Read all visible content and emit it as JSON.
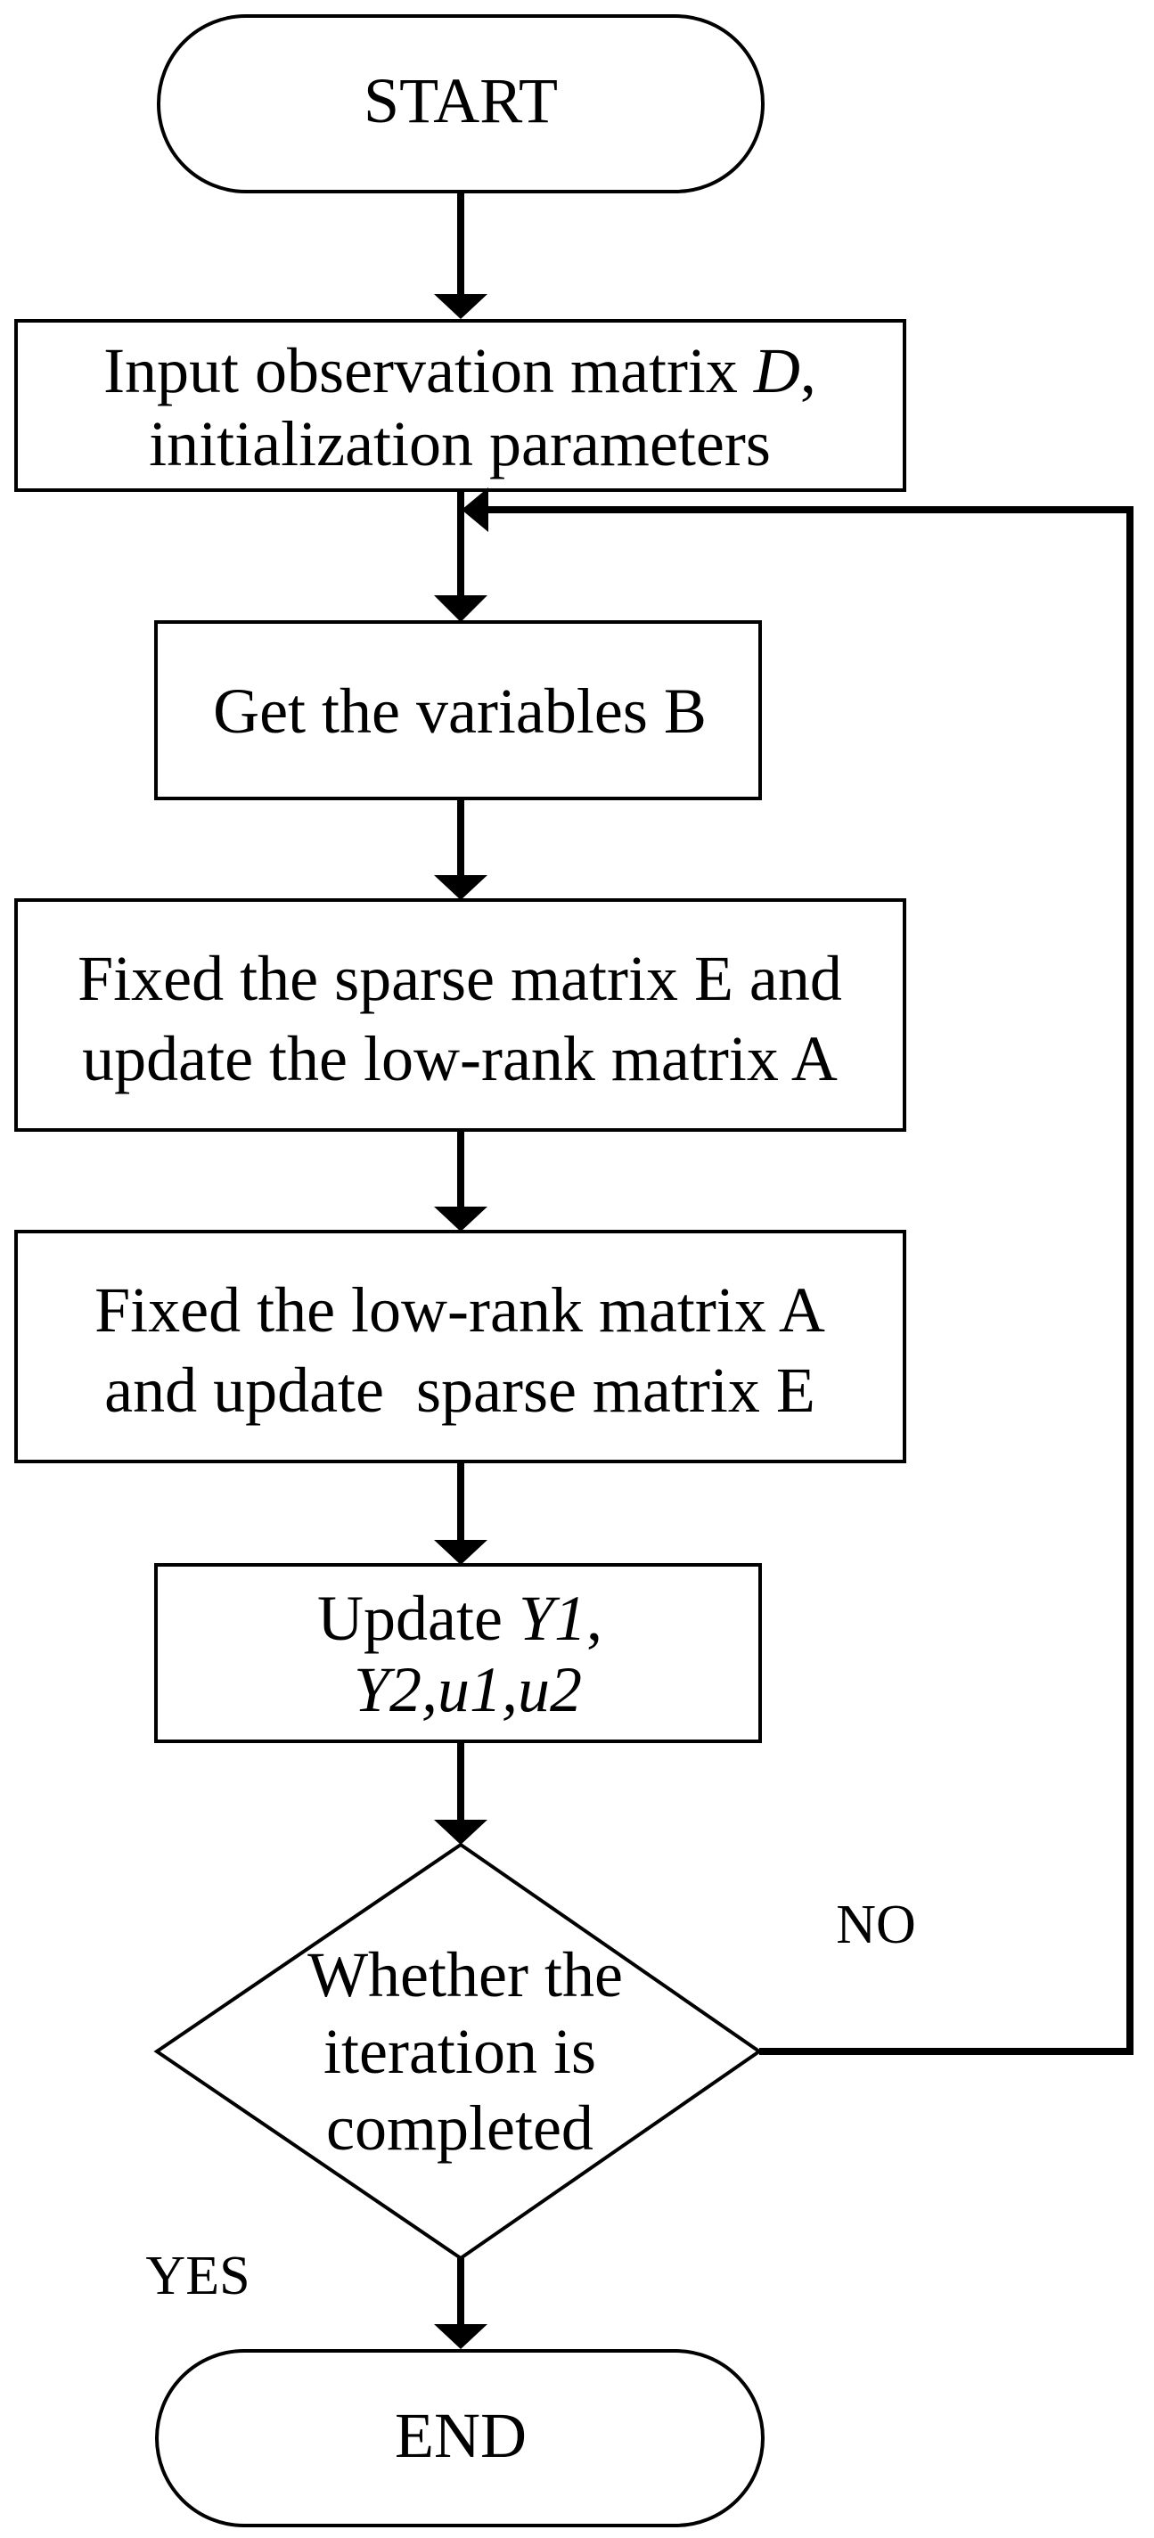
{
  "nodes": {
    "start": "START",
    "input_line1_text": "Input observation matrix ",
    "input_line1_var": "D",
    "input_line1_punct": ",",
    "input_line2": "initialization parameters",
    "get_b": "Get the variables B",
    "fix_e_line1": "Fixed the sparse matrix E and",
    "fix_e_line2": "update the low-rank matrix A",
    "fix_a_line1": "Fixed the low-rank matrix A",
    "fix_a_line2": "and update  sparse matrix E",
    "update_line1_text": "Update ",
    "update_line1_var": "Y1",
    "update_line1_punct": ",",
    "update_line2_var_y2": "Y2",
    "update_line2_comma1": ",",
    "update_line2_var_u1": "u1",
    "update_line2_comma2": ",",
    "update_line2_var_u2": "u2",
    "decision_line1": "Whether the",
    "decision_line2": "iteration is",
    "decision_line3": "completed",
    "end": "END"
  },
  "edges": {
    "no_label": "NO",
    "yes_label": "YES"
  }
}
